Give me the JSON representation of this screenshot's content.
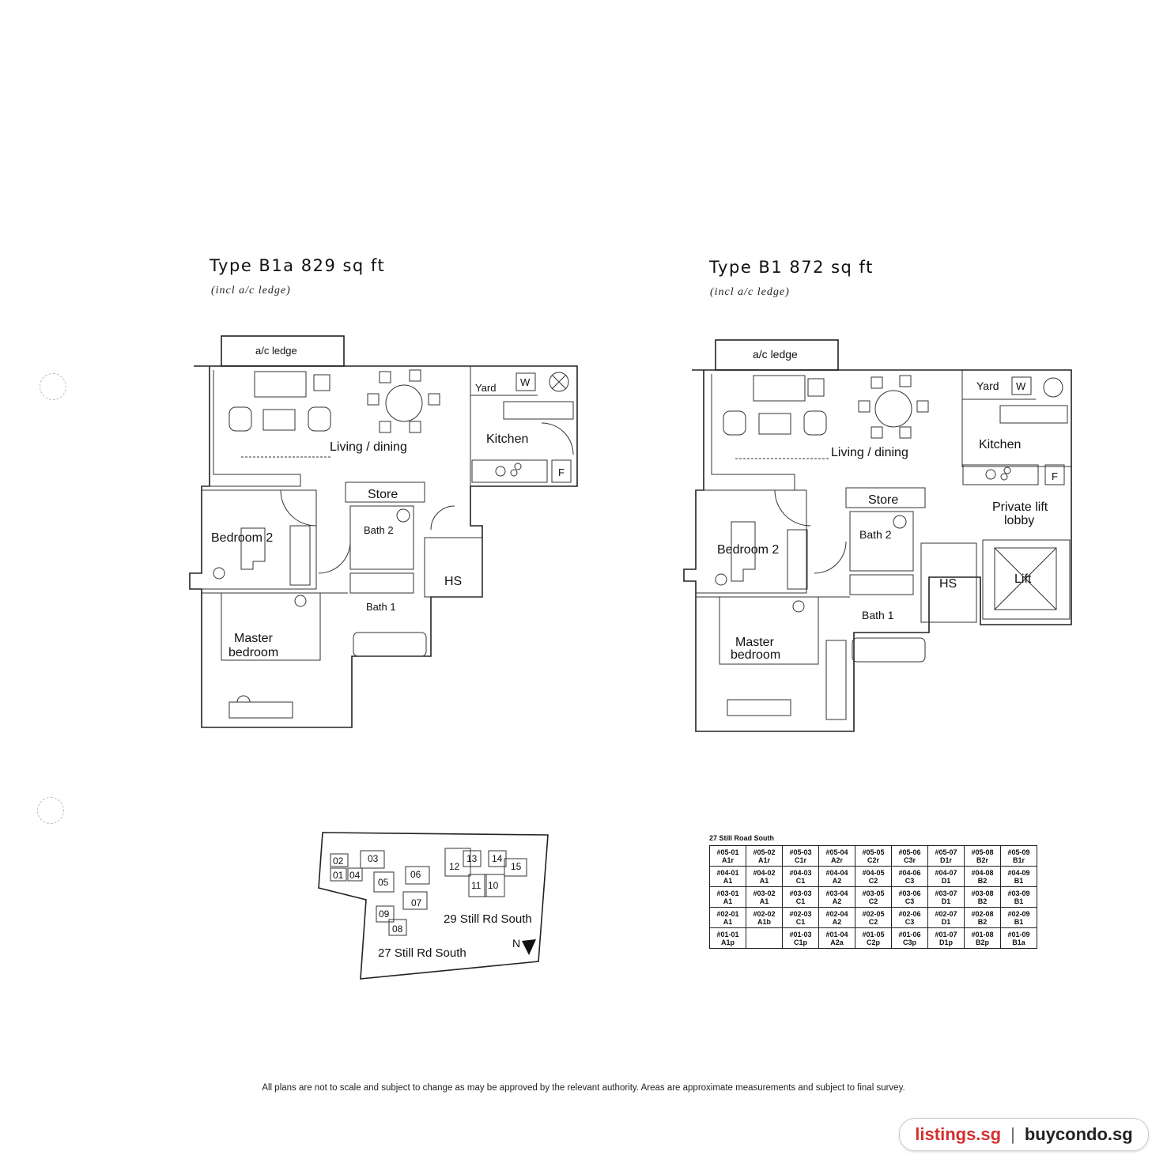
{
  "plans": [
    {
      "title": "Type B1a 829 sq ft",
      "subtitle": "(incl a/c ledge)",
      "rooms": {
        "ac_ledge": "a/c ledge",
        "yard": "Yard",
        "washer": "W",
        "kitchen": "Kitchen",
        "fridge": "F",
        "living": "Living / dining",
        "store": "Store",
        "bedroom2": "Bedroom 2",
        "bath2": "Bath 2",
        "hs": "HS",
        "bath1": "Bath 1",
        "master1": "Master",
        "master2": "bedroom"
      }
    },
    {
      "title": "Type B1 872 sq ft",
      "subtitle": "(incl a/c ledge)",
      "rooms": {
        "ac_ledge": "a/c ledge",
        "yard": "Yard",
        "washer": "W",
        "kitchen": "Kitchen",
        "fridge": "F",
        "living": "Living / dining",
        "store": "Store",
        "lift_lobby1": "Private lift",
        "lift_lobby2": "lobby",
        "bedroom2": "Bedroom 2",
        "bath2": "Bath 2",
        "hs": "HS",
        "lift": "Lift",
        "bath1": "Bath 1",
        "master1": "Master",
        "master2": "bedroom"
      }
    }
  ],
  "site_plan": {
    "blocks": [
      "01",
      "02",
      "03",
      "04",
      "05",
      "06",
      "07",
      "08",
      "09",
      "10",
      "11",
      "12",
      "13",
      "14",
      "15"
    ],
    "label_27": "27 Still Rd South",
    "label_29": "29 Still Rd South",
    "north": "N"
  },
  "unit_table": {
    "title": "27 Still Road South",
    "rows": [
      [
        [
          "#05-01",
          "A1r"
        ],
        [
          "#05-02",
          "A1r"
        ],
        [
          "#05-03",
          "C1r"
        ],
        [
          "#05-04",
          "A2r"
        ],
        [
          "#05-05",
          "C2r"
        ],
        [
          "#05-06",
          "C3r"
        ],
        [
          "#05-07",
          "D1r"
        ],
        [
          "#05-08",
          "B2r"
        ],
        [
          "#05-09",
          "B1r"
        ]
      ],
      [
        [
          "#04-01",
          "A1"
        ],
        [
          "#04-02",
          "A1"
        ],
        [
          "#04-03",
          "C1"
        ],
        [
          "#04-04",
          "A2"
        ],
        [
          "#04-05",
          "C2"
        ],
        [
          "#04-06",
          "C3"
        ],
        [
          "#04-07",
          "D1"
        ],
        [
          "#04-08",
          "B2"
        ],
        [
          "#04-09",
          "B1"
        ]
      ],
      [
        [
          "#03-01",
          "A1"
        ],
        [
          "#03-02",
          "A1"
        ],
        [
          "#03-03",
          "C1"
        ],
        [
          "#03-04",
          "A2"
        ],
        [
          "#03-05",
          "C2"
        ],
        [
          "#03-06",
          "C3"
        ],
        [
          "#03-07",
          "D1"
        ],
        [
          "#03-08",
          "B2"
        ],
        [
          "#03-09",
          "B1"
        ]
      ],
      [
        [
          "#02-01",
          "A1"
        ],
        [
          "#02-02",
          "A1b"
        ],
        [
          "#02-03",
          "C1"
        ],
        [
          "#02-04",
          "A2"
        ],
        [
          "#02-05",
          "C2"
        ],
        [
          "#02-06",
          "C3"
        ],
        [
          "#02-07",
          "D1"
        ],
        [
          "#02-08",
          "B2"
        ],
        [
          "#02-09",
          "B1"
        ]
      ],
      [
        [
          "#01-01",
          "A1p"
        ],
        [
          "",
          ""
        ],
        [
          "#01-03",
          "C1p"
        ],
        [
          "#01-04",
          "A2a"
        ],
        [
          "#01-05",
          "C2p"
        ],
        [
          "#01-06",
          "C3p"
        ],
        [
          "#01-07",
          "D1p"
        ],
        [
          "#01-08",
          "B2p"
        ],
        [
          "#01-09",
          "B1a"
        ]
      ]
    ]
  },
  "disclaimer": "All plans are not to scale and subject to change as may be approved by the relevant authority. Areas are approximate measurements and subject to final survey.",
  "brand": {
    "left": "listings.sg",
    "sep": "|",
    "right": "buycondo.sg"
  }
}
